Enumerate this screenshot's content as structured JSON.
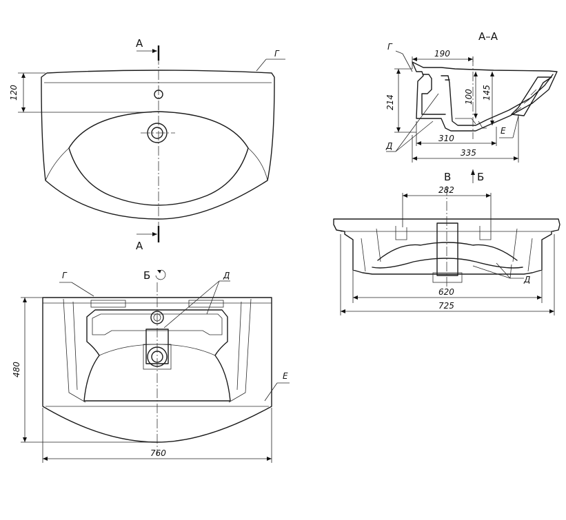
{
  "section_labels": {
    "a_top": "А",
    "a_bottom": "А",
    "section_aa": "А–А",
    "view_b_top": "Б",
    "view_b_right": "Б",
    "view_v": "В"
  },
  "callouts": {
    "g_top": "Г",
    "g_section": "Г",
    "g_bottom": "Г",
    "d_section": "Д",
    "d_bottom": "Д",
    "d_front": "Д",
    "e_section": "Е",
    "e_bottom": "Е"
  },
  "dimensions": {
    "top_height": "120",
    "sec_width_190": "190",
    "sec_height_214": "214",
    "sec_depth_100": "100",
    "sec_depth_145": "145",
    "sec_310": "310",
    "sec_335": "335",
    "front_282": "282",
    "front_620": "620",
    "front_725": "725",
    "bottom_height_480": "480",
    "bottom_width_760": "760"
  }
}
